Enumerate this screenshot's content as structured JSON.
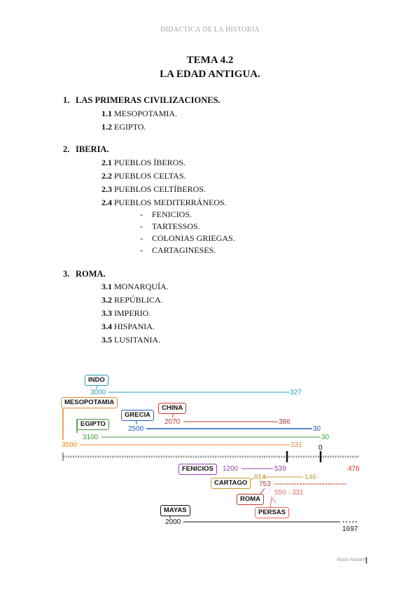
{
  "header": "DIDÁCTICA DE LA HISTORIA",
  "title_line1": "TEMA 4.2",
  "title_line2": "LA EDAD ANTIGUA.",
  "sections": [
    {
      "num": "1.",
      "title": "LAS PRIMERAS CIVILIZACIONES.",
      "items": [
        {
          "num": "1.1",
          "text": "MESOPOTAMIA."
        },
        {
          "num": "1.2",
          "text": "EGIPTO."
        }
      ]
    },
    {
      "num": "2.",
      "title": "IBERIA.",
      "items": [
        {
          "num": "2.1",
          "text": "PUEBLOS ÍBEROS."
        },
        {
          "num": "2.2",
          "text": "PUEBLOS CELTAS."
        },
        {
          "num": "2.3",
          "text": "PUEBLOS CELTÍBEROS."
        },
        {
          "num": "2.4",
          "text": "PUEBLOS MEDITERRÁNEOS."
        }
      ],
      "subitems": [
        "FENICIOS.",
        "TARTESSOS.",
        "COLONIAS GRIEGAS.",
        "CARTAGINESES."
      ]
    },
    {
      "num": "3.",
      "title": "ROMA.",
      "items": [
        {
          "num": "3.1",
          "text": "MONARQUÍA."
        },
        {
          "num": "3.2",
          "text": "REPÚBLICA."
        },
        {
          "num": "3.3",
          "text": "IMPERIO."
        },
        {
          "num": "3.4",
          "text": "HISPANIA."
        },
        {
          "num": "3.5",
          "text": "LUSITANIA."
        }
      ]
    }
  ],
  "timeline": {
    "zero_label": "0",
    "civs": [
      {
        "name": "INDO",
        "start": "3000",
        "end": "327",
        "color": "#2a9bb8"
      },
      {
        "name": "MESOPOTAMIA",
        "start": "3500",
        "end": "331",
        "color": "#e8892b"
      },
      {
        "name": "CHINA",
        "start": "2070",
        "end": "386",
        "color": "#c0392b"
      },
      {
        "name": "GRECIA",
        "start": "2500",
        "end": "30",
        "color": "#1f5fb5"
      },
      {
        "name": "EGIPTO",
        "start": "3100",
        "end": "30",
        "color": "#3d9a3d"
      },
      {
        "name": "FENICIOS",
        "start": "1200",
        "end": "539",
        "color": "#9b3fb5"
      },
      {
        "name": "CARTAGO",
        "start": "814",
        "end": "146",
        "color": "#c49a2c"
      },
      {
        "name": "ROMA",
        "start": "753",
        "end": "476",
        "color": "#c0392b"
      },
      {
        "name": "PERSAS",
        "start": "550",
        "end": "331",
        "color": "#e8675a"
      },
      {
        "name": "MAYAS",
        "start": "2000",
        "end": "1697",
        "color": "#111111"
      }
    ]
  },
  "footer": "Nuria Navarro",
  "page_number": "1"
}
